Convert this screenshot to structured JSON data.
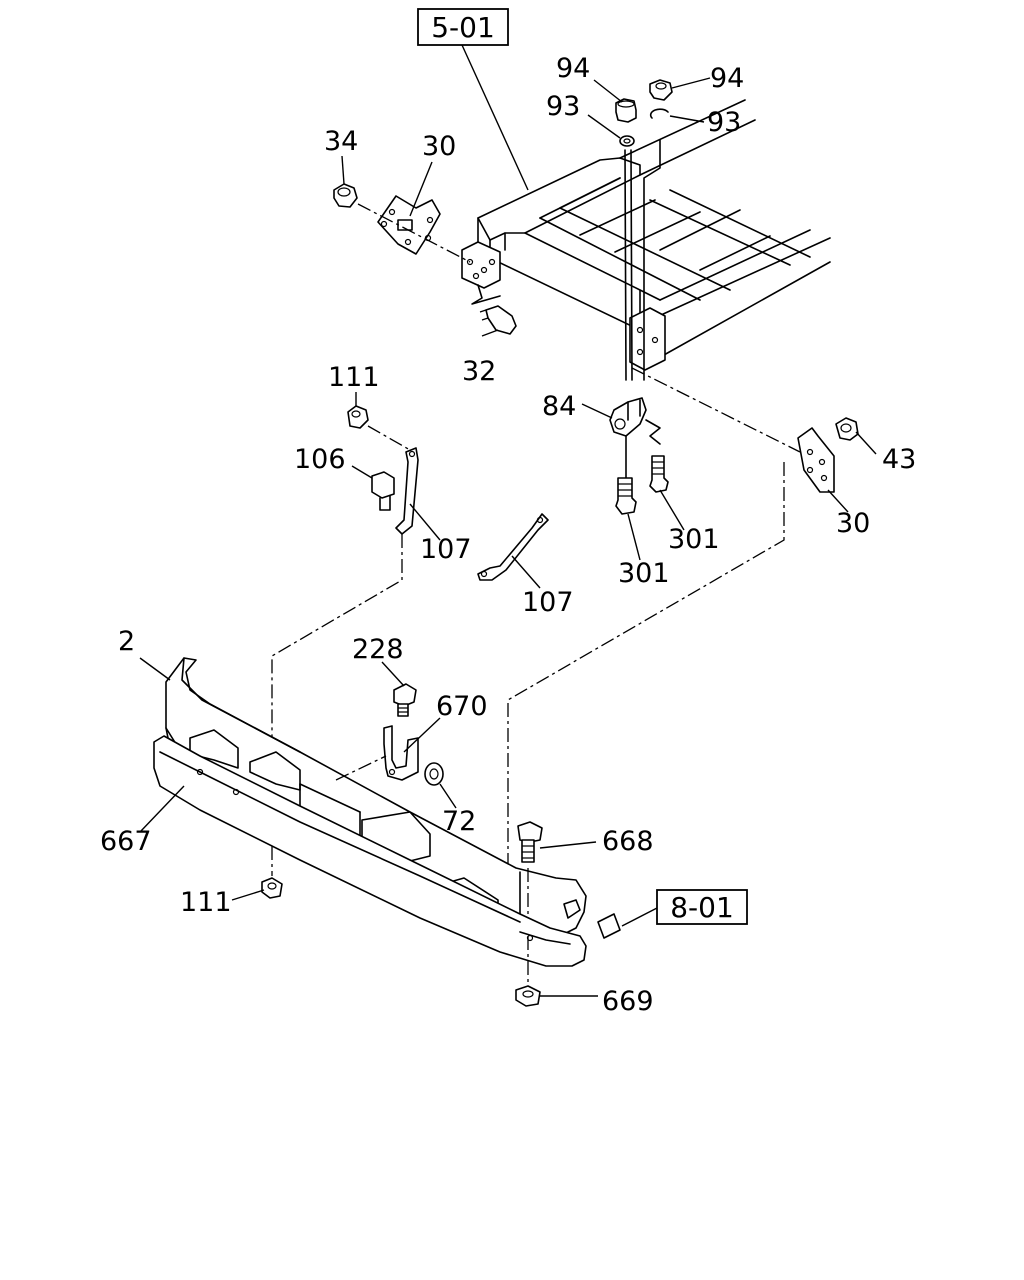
{
  "diagram": {
    "references": [
      {
        "id": "ref-5-01",
        "text": "5-01"
      },
      {
        "id": "ref-8-01",
        "text": "8-01"
      }
    ],
    "part_numbers": {
      "p94a": "94",
      "p94b": "94",
      "p93a": "93",
      "p93b": "93",
      "p34": "34",
      "p30a": "30",
      "p32": "32",
      "p111a": "111",
      "p84": "84",
      "p43": "43",
      "p106": "106",
      "p107a": "107",
      "p301a": "301",
      "p30b": "30",
      "p301b": "301",
      "p107b": "107",
      "p228": "228",
      "p2": "2",
      "p670": "670",
      "p667": "667",
      "p72": "72",
      "p668": "668",
      "p111b": "111",
      "p669": "669"
    }
  }
}
